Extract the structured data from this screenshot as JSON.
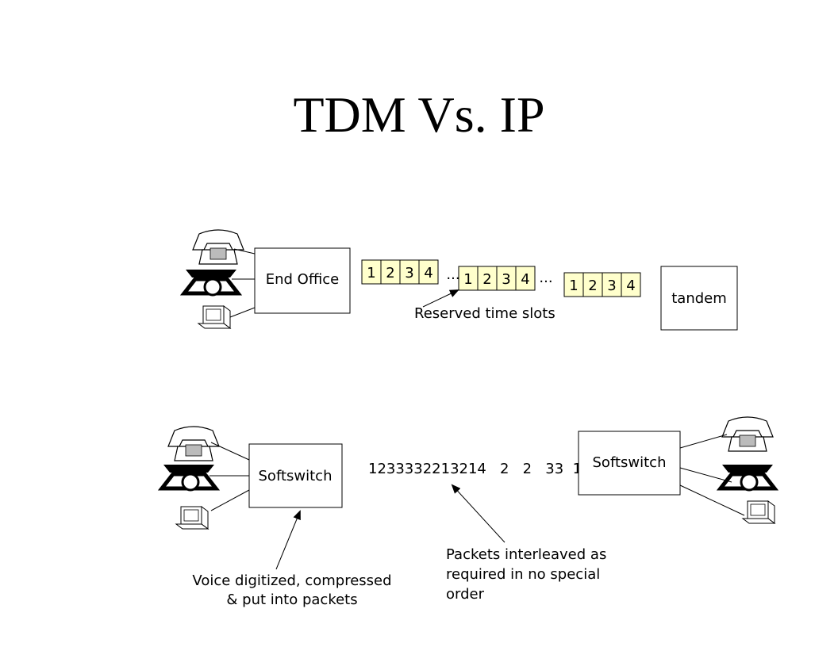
{
  "slide": {
    "title": "TDM Vs. IP",
    "colors": {
      "slot_fill": "#ffffcc",
      "stroke": "#000000"
    }
  },
  "tdm": {
    "end_office_label": "End Office",
    "tandem_label": "tandem",
    "frames": [
      {
        "slots": [
          "1",
          "2",
          "3",
          "4"
        ]
      },
      {
        "slots": [
          "1",
          "2",
          "3",
          "4"
        ]
      },
      {
        "slots": [
          "1",
          "2",
          "3",
          "4"
        ]
      }
    ],
    "ellipsis": [
      "...",
      "..."
    ],
    "reserved_label": "Reserved time slots",
    "devices": [
      "telephone-icon",
      "rotary-phone-icon",
      "computer-icon"
    ]
  },
  "ip": {
    "left_switch_label": "Softswitch",
    "right_switch_label": "Softswitch",
    "packet_stream": "1233332213214   2   2   33  1",
    "voice_note": [
      "Voice digitized, compressed",
      "& put into packets"
    ],
    "packets_note": [
      "Packets interleaved as",
      "required in no special",
      "order"
    ],
    "devices": [
      "telephone-icon",
      "rotary-phone-icon",
      "computer-icon"
    ]
  }
}
